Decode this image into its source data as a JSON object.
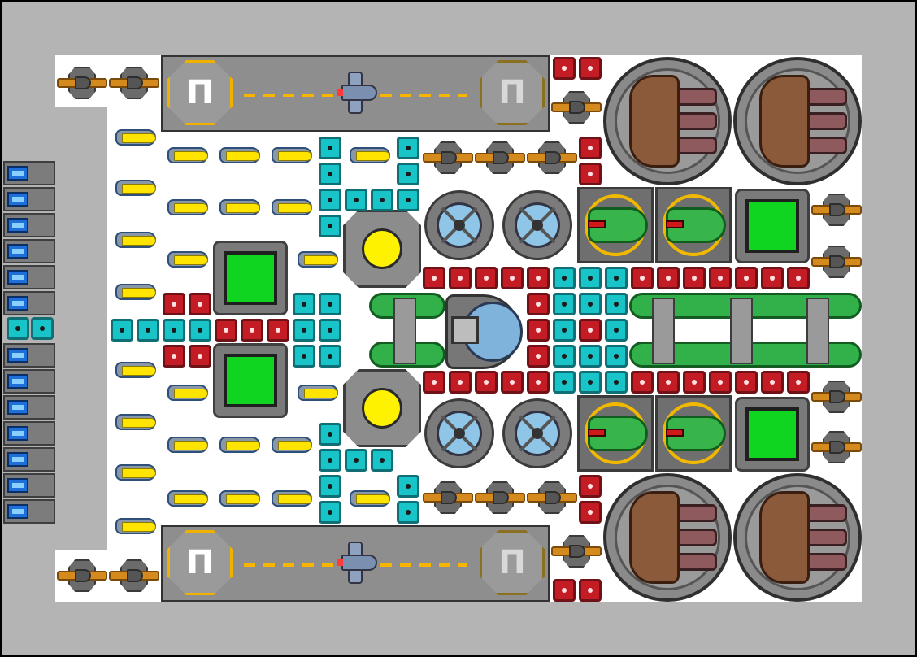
{
  "game": {
    "view": "ship-blueprint-editor",
    "colors": {
      "frame": "#b4b4b4",
      "grid_background": "#ffffff",
      "armor_red": "#c41c24",
      "armor_cyan": "#19c4c8",
      "container_green": "#0fd420",
      "reactor_yellow": "#fff200",
      "hangar_stripe": "#f7b500"
    },
    "hangars": [
      {
        "pad_glyph_left": "Π",
        "pad_glyph_right": "Π",
        "docked_fighter": "fighter-icon"
      },
      {
        "pad_glyph_left": "Π",
        "pad_glyph_right": "Π",
        "docked_fighter": "fighter-icon"
      }
    ],
    "modules": {
      "battery_count": 13,
      "thruster_icon": "thruster-icon",
      "cannon_icon": "cannon-turret-icon",
      "reactor_icon": "reactor-icon",
      "fan_icon": "cooling-fan-icon",
      "cargo_icon": "cargo-container-icon",
      "heavy_turret_icon": "heavy-turret-icon",
      "bridge_icon": "command-bridge-icon"
    }
  }
}
